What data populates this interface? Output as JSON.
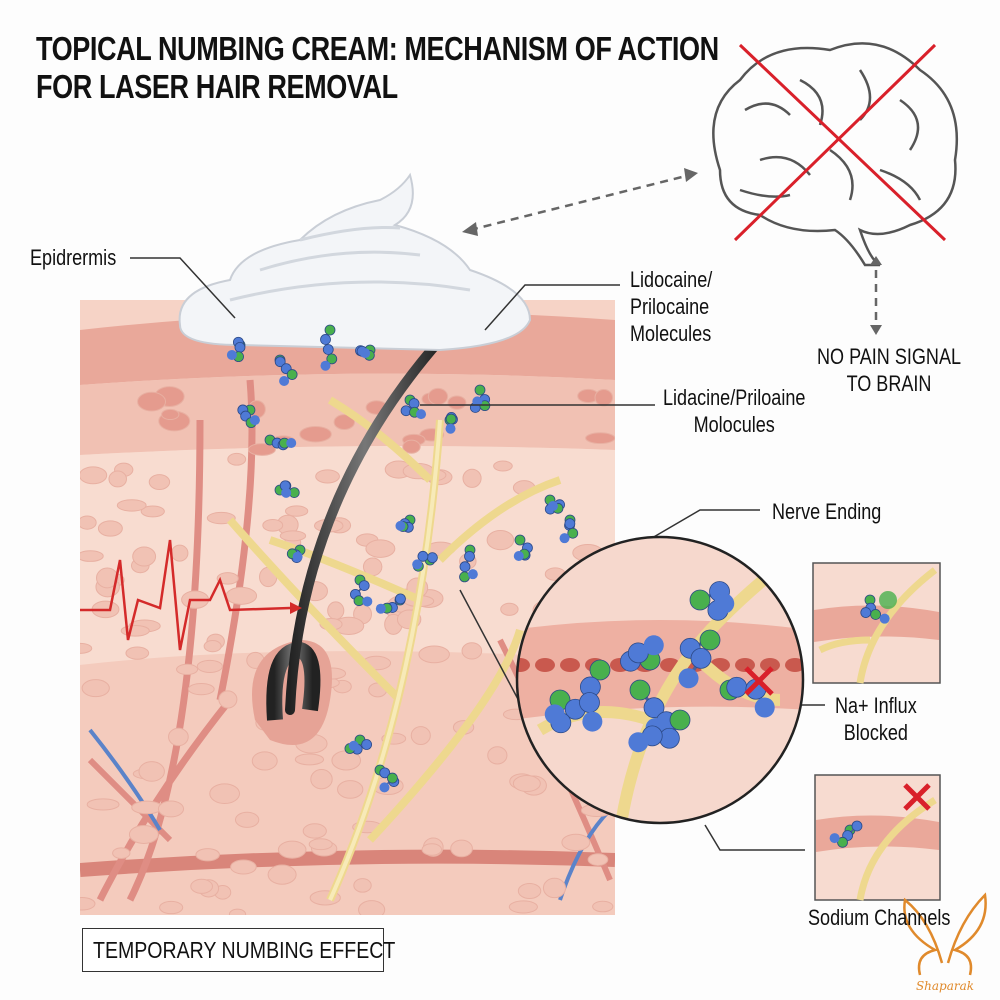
{
  "title": {
    "line1": "TOPICAL NUMBING CREAM: MECHANISM OF ACTION",
    "line2": "FOR LASER HAIR REMOVAL"
  },
  "labels": {
    "epidermis": "Epidrermis",
    "molecules_1": [
      "Lidocaine/",
      "Prilocaine",
      "Molecules"
    ],
    "molecules_2": [
      "Lidacine/Priloaine",
      "Molocules"
    ],
    "no_pain": [
      "NO PAIN SIGNAL",
      "TO BRAIN"
    ],
    "nerve_ending": "Nerve Ending",
    "na_influx": [
      "Na+ Influx",
      "Blocked"
    ],
    "sodium_channels": "Sodium Channels",
    "numbing_effect": "TEMPORARY NUMBING EFFECT"
  },
  "logo": {
    "text": "Shaparak"
  },
  "colors": {
    "skin": "#f3c9bb",
    "skin_dark": "#e7a294",
    "nerve": "#f3e2a6",
    "molecule_blue": "#4f7ad6",
    "molecule_green": "#49b04d",
    "cross": "#d9202a",
    "logo": "#e08a2c"
  }
}
